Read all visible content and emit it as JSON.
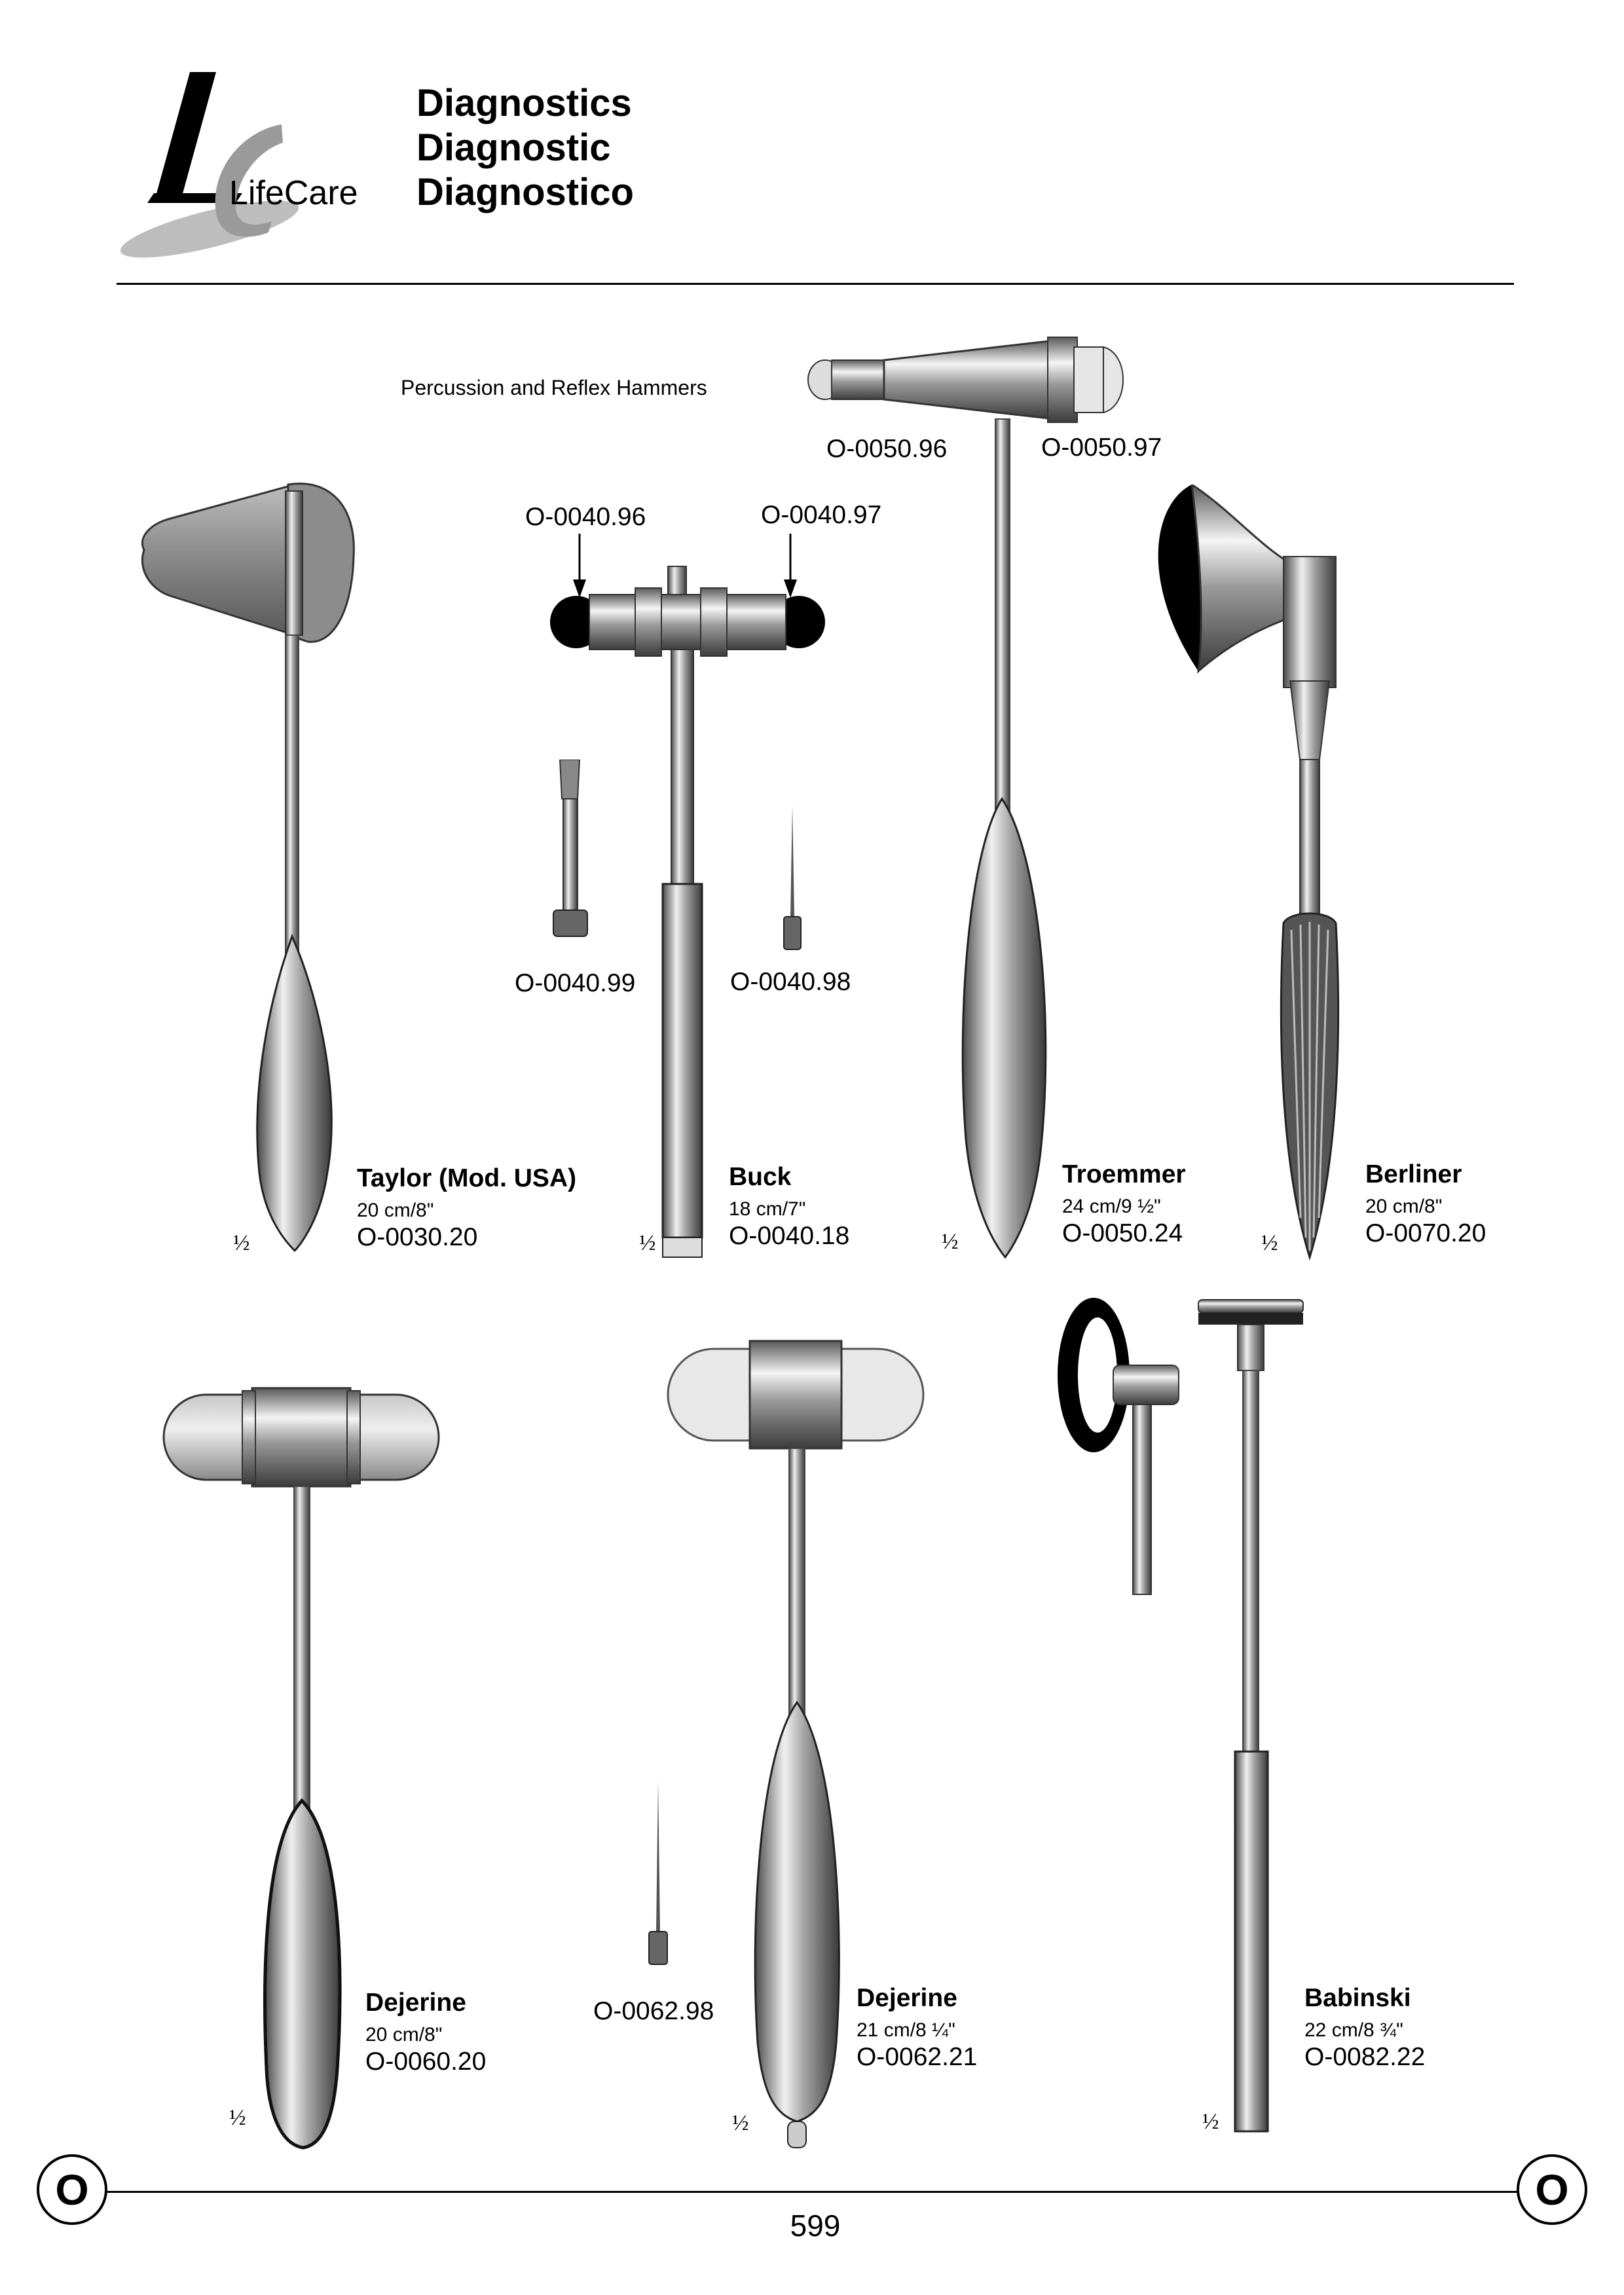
{
  "brand": {
    "name": "LifeCare"
  },
  "header": {
    "title_en": "Diagnostics",
    "title_fr": "Diagnostic",
    "title_es": "Diagnostico"
  },
  "section": {
    "subtitle": "Percussion and Reflex Hammers"
  },
  "codes": {
    "c004096": "O-0040.96",
    "c004097": "O-0040.97",
    "c005096": "O-0050.96",
    "c005097": "O-0050.97",
    "c004099": "O-0040.99",
    "c004098": "O-0040.98",
    "c006298": "O-0062.98"
  },
  "products": [
    {
      "name": "Taylor (Mod. USA)",
      "size": "20 cm/8\"",
      "code": "O-0030.20",
      "scale": "½"
    },
    {
      "name": "Buck",
      "size": "18 cm/7\"",
      "code": "O-0040.18",
      "scale": "½"
    },
    {
      "name": "Troemmer",
      "size": "24 cm/9 ½\"",
      "code": "O-0050.24",
      "scale": "½"
    },
    {
      "name": "Berliner",
      "size": "20 cm/8\"",
      "code": "O-0070.20",
      "scale": "½"
    },
    {
      "name": "Dejerine",
      "size": "20 cm/8\"",
      "code": "O-0060.20",
      "scale": "½"
    },
    {
      "name": "Dejerine",
      "size": "21 cm/8 ¼\"",
      "code": "O-0062.21",
      "scale": "½"
    },
    {
      "name": "Babinski",
      "size": "22 cm/8 ¾\"",
      "code": "O-0082.22",
      "scale": "½"
    }
  ],
  "footer": {
    "page_number": "599",
    "section_letter_left": "O",
    "section_letter_right": "O"
  }
}
